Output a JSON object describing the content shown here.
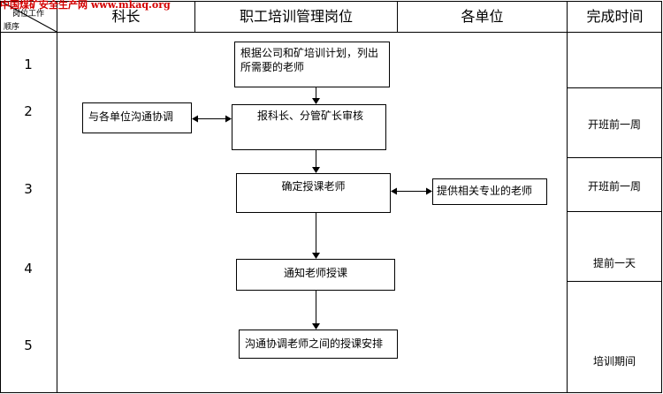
{
  "watermark": "中国煤矿安全生产网 www.mkaq.org",
  "corner": {
    "top": "岗位工作",
    "bottom": "顺序"
  },
  "headers": {
    "col1": "科长",
    "col2": "职工培训管理岗位",
    "col3": "各单位",
    "col4": "完成时间"
  },
  "rows": [
    "1",
    "2",
    "3",
    "4",
    "5"
  ],
  "boxes": {
    "plan": "根据公司和矿培训计划，列出所需要的老师",
    "coordinate": "与各单位沟通协调",
    "review": "报科长、分管矿长审核",
    "confirm": "确定授课老师",
    "provide": "提供相关专业的老师",
    "notify": "通知老师授课",
    "arrange": "沟通协调老师之间的授课安排"
  },
  "times": [
    "开班前一周",
    "开班前一周",
    "提前一天",
    "培训期间"
  ]
}
